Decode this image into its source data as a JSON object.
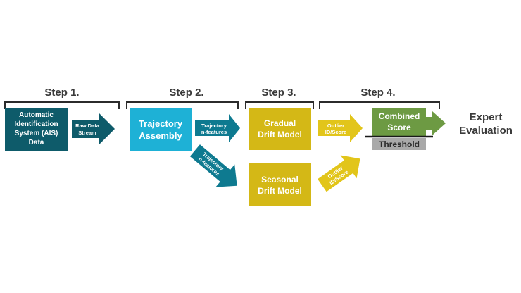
{
  "steps": [
    {
      "label": "Step 1."
    },
    {
      "label": "Step 2."
    },
    {
      "label": "Step 3."
    },
    {
      "label": "Step 4."
    }
  ],
  "nodes": {
    "ais_data": {
      "lines": [
        "Automatic",
        "Identification",
        "System (AIS)",
        "Data"
      ],
      "color": "#0e5b6a"
    },
    "trajectory_assembly": {
      "lines": [
        "Trajectory",
        "Assembly"
      ],
      "color": "#1eb1d6"
    },
    "gradual_drift": {
      "lines": [
        "Gradual",
        "Drift Model"
      ],
      "color": "#d4b816"
    },
    "seasonal_drift": {
      "lines": [
        "Seasonal",
        "Drift Model"
      ],
      "color": "#d4b816"
    },
    "combined_score": {
      "lines": [
        "Combined",
        "Score"
      ],
      "color": "#6d9a43"
    },
    "threshold": {
      "label": "Threshold",
      "color": "#a9a9a9"
    },
    "expert_evaluation": {
      "lines": [
        "Expert",
        "Evaluation"
      ]
    }
  },
  "arrows": {
    "raw_data_stream": {
      "lines": [
        "Raw Data",
        "Stream"
      ],
      "color": "#0e5b6a"
    },
    "trajectory_features_top": {
      "lines": [
        "Trajectory",
        "n-features"
      ],
      "color": "#0e7a90"
    },
    "trajectory_features_diag": {
      "lines": [
        "Trajectory",
        "n-features"
      ],
      "color": "#0e7a90"
    },
    "outlier_top": {
      "lines": [
        "Outlier",
        "ID/Score"
      ],
      "color": "#e2c51a"
    },
    "outlier_diag": {
      "lines": [
        "Outlier",
        "ID/Score"
      ],
      "color": "#e2c51a"
    },
    "to_expert": {
      "color": "#6d9a43"
    }
  },
  "colors": {
    "bracket": "#2b2b2b",
    "heading_text": "#3a3a3a"
  }
}
